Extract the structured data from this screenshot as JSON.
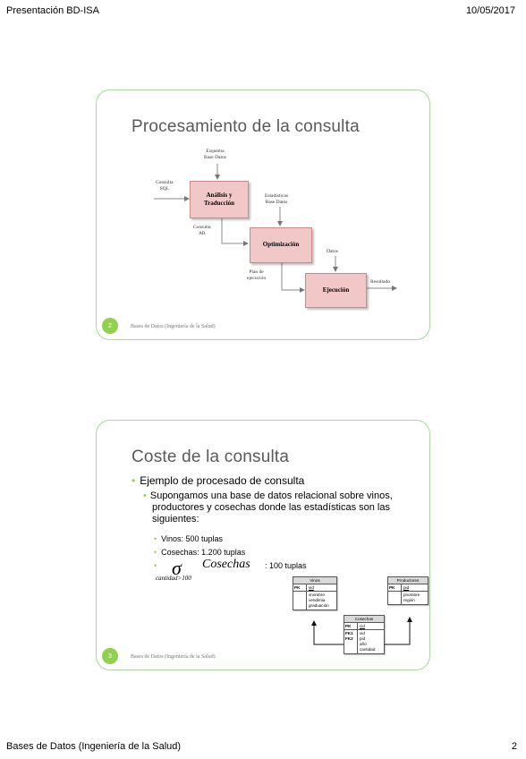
{
  "header": {
    "left": "Presentación BD-ISA",
    "right": "10/05/2017"
  },
  "footer": {
    "left": "Bases de Datos (Ingeniería de la Salud)",
    "right": "2"
  },
  "slide1": {
    "title": "Procesamiento de la consulta",
    "number": "2",
    "footer": "Bases de Datos (Ingeniería de la Salud)",
    "boxes": {
      "analysis": "Análisis y\nTraducción",
      "optimization": "Optimización",
      "execution": "Ejecución"
    },
    "labels": {
      "schema": "Esquema\nBase Datos",
      "sql": "Consulta\nSQL",
      "stats": "Estadísticas\nBase Datos",
      "ar": "Consulta\nAR",
      "data": "Datos",
      "plan": "Plan de\nejecución",
      "result": "Resultado"
    }
  },
  "slide2": {
    "title": "Coste de la consulta",
    "number": "3",
    "footer": "Bases de Datos (Ingeniería de la Salud)",
    "bullet1": "Ejemplo de procesado de consulta",
    "bullet2": "Supongamos una base de datos relacional sobre vinos, productores y cosechas donde las estadísticas son las siguientes:",
    "sub1": "Vinos: 500 tuplas",
    "sub2": "Cosechas: 1.200 tuplas",
    "formula": {
      "sigma": "σ",
      "relation": "Cosechas",
      "tail": ": 100 tuplas",
      "condition": "cantidad>100"
    },
    "er": {
      "vinos": {
        "title": "Vinos",
        "pk_label": "PK",
        "pk": "vid",
        "attrs": "vnombre\nvendimia\ngraduación"
      },
      "productores": {
        "title": "Productores",
        "pk_label": "PK",
        "pk": "pid",
        "attrs": "pnombre\nregión"
      },
      "cosechas": {
        "title": "Cosechas",
        "pk_label": "PK",
        "pk": "cid",
        "fk_labels": "FK1\nFK2",
        "attrs": "vid\npid\naño\ncantidad"
      }
    }
  }
}
